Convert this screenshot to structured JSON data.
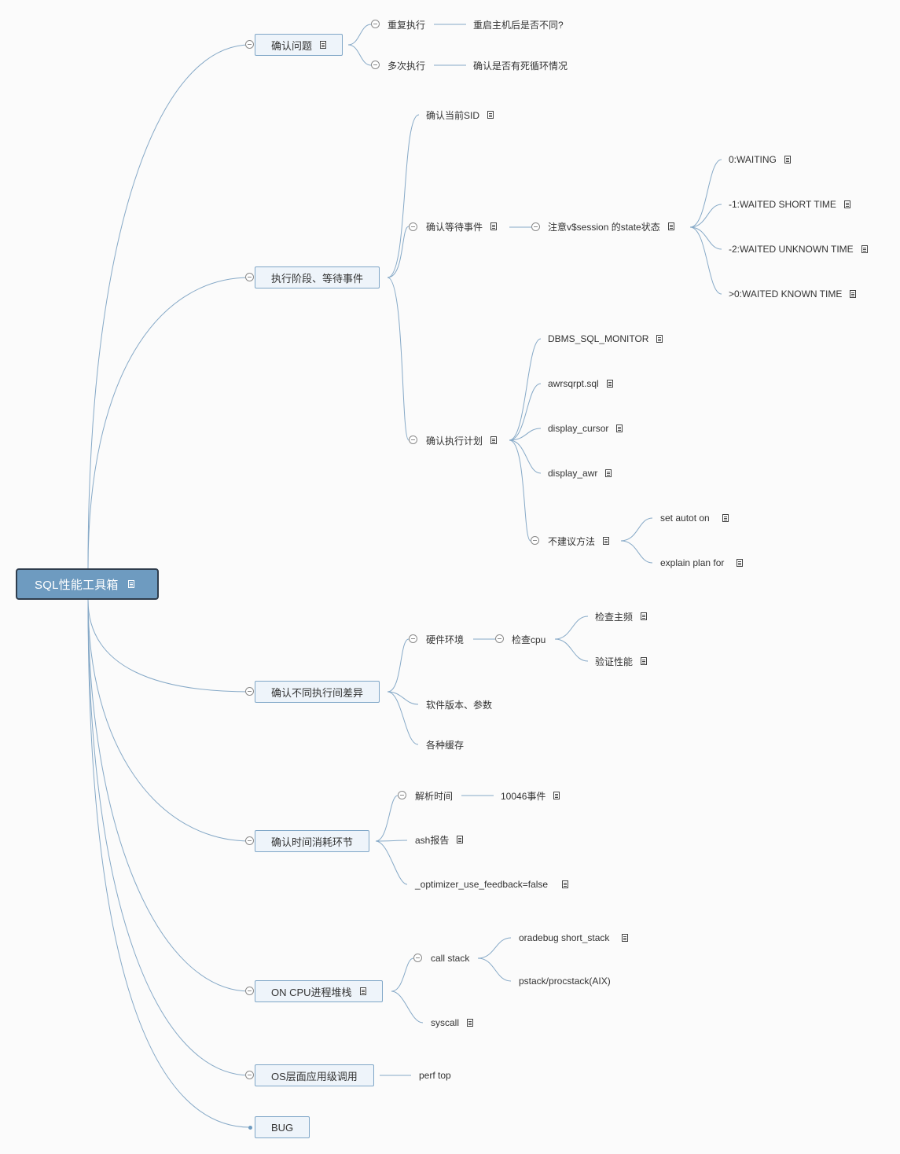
{
  "root": {
    "label": "SQL性能工具箱"
  },
  "b1": {
    "label": "确认问题",
    "c1": {
      "label": "重复执行",
      "child": "重启主机后是否不同?"
    },
    "c2": {
      "label": "多次执行",
      "child": "确认是否有死循环情况"
    }
  },
  "b2": {
    "label": "执行阶段、等待事件",
    "sid": "确认当前SID",
    "wait": {
      "label": "确认等待事件",
      "state": "注意v$session 的state状态",
      "states": [
        "0:WAITING",
        "-1:WAITED SHORT TIME",
        "-2:WAITED UNKNOWN TIME",
        ">0:WAITED KNOWN TIME"
      ]
    },
    "plan": {
      "label": "确认执行计划",
      "items": [
        "DBMS_SQL_MONITOR",
        "awrsqrpt.sql",
        "display_cursor",
        "display_awr"
      ],
      "bad": {
        "label": "不建议方法",
        "items": [
          "set autot on",
          "explain plan for"
        ]
      }
    }
  },
  "b3": {
    "label": "确认不同执行间差异",
    "hw": {
      "label": "硬件环境",
      "cpu": "检查cpu",
      "items": [
        "检查主频",
        "验证性能"
      ]
    },
    "sw": "软件版本、参数",
    "cache": "各种缓存"
  },
  "b4": {
    "label": "确认时间消耗环节",
    "parse": {
      "label": "解析时间",
      "child": "10046事件"
    },
    "ash": "ash报告",
    "opt": "_optimizer_use_feedback=false"
  },
  "b5": {
    "label": "ON CPU进程堆栈",
    "stack": {
      "label": "call stack",
      "items": [
        "oradebug short_stack",
        "pstack/procstack(AIX)"
      ]
    },
    "syscall": "syscall"
  },
  "b6": {
    "label": "OS层面应用级调用",
    "child": "perf top"
  },
  "b7": {
    "label": "BUG"
  }
}
